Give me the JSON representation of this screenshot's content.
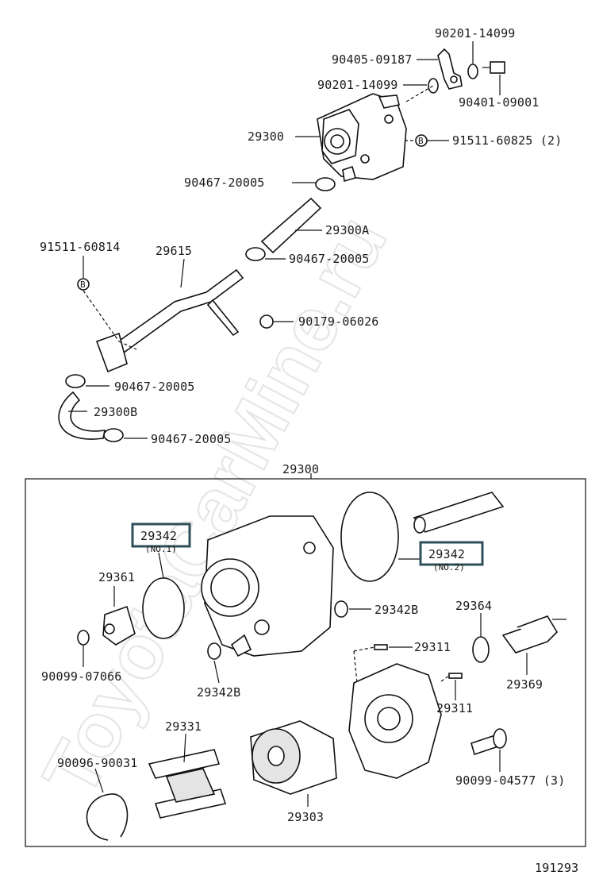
{
  "diagram": {
    "watermark": "ToyotaCarMine.ru",
    "figure_id": "191293",
    "assembly_label": "29300",
    "top_labels": {
      "p90201_top": "90201-14099",
      "p90405": "90405-09187",
      "p90201_left": "90201-14099",
      "p90401": "90401-09001",
      "p29300": "29300",
      "p91511_b": "91511-60825 (2)",
      "p90467_a": "90467-20005",
      "p29300A": "29300A",
      "p91511_a": "91511-60814",
      "p29615": "29615",
      "p90467_b": "90467-20005",
      "p90179": "90179-06026",
      "p90467_c": "90467-20005",
      "p29300B": "29300B",
      "p90467_d": "90467-20005"
    },
    "detail_labels": {
      "p29342_no1": "29342",
      "p29342_no1_sub": "(NO.1)",
      "p29342_no2": "29342",
      "p29342_no2_sub": "(NO.2)",
      "p29361": "29361",
      "p90099_07066": "90099-07066",
      "p29342B_right": "29342B",
      "p29342B_left": "29342B",
      "p29364": "29364",
      "p29311_a": "29311",
      "p29311_b": "29311",
      "p29369": "29369",
      "p29331": "29331",
      "p90096": "90096-90031",
      "p29303": "29303",
      "p90099_04577": "90099-04577 (3)"
    },
    "marker_letter": "B"
  }
}
